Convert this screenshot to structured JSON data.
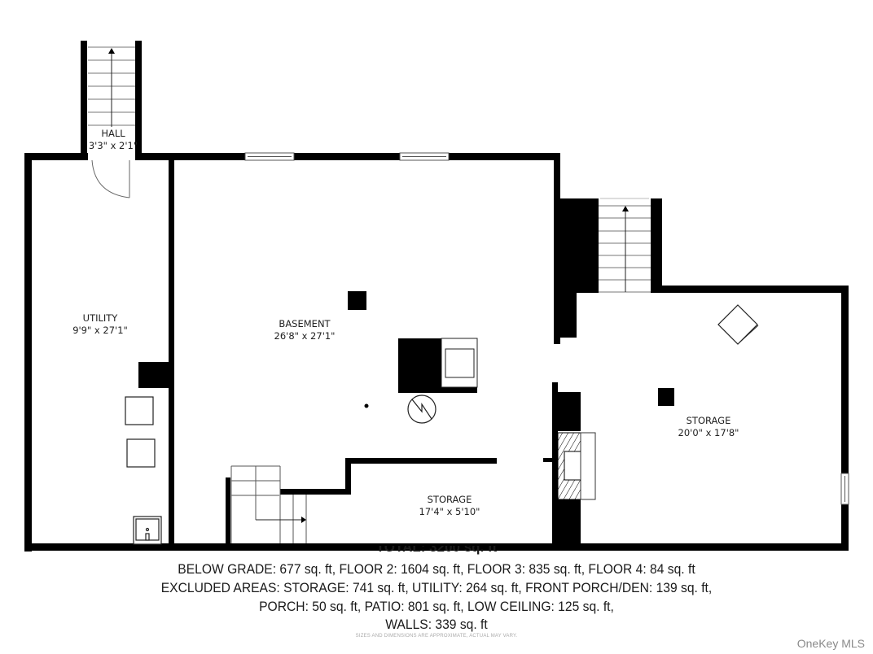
{
  "floorplan": {
    "rooms": [
      {
        "name": "HALL",
        "dimensions": "3'3\" x 2'1\""
      },
      {
        "name": "UTILITY",
        "dimensions": "9'9\" x 27'1\""
      },
      {
        "name": "BASEMENT",
        "dimensions": "26'8\" x 27'1\""
      },
      {
        "name": "STORAGE",
        "dimensions": "17'4\" x 5'10\""
      },
      {
        "name": "STORAGE",
        "dimensions": "20'0\" x 17'8\""
      }
    ],
    "colors": {
      "wall": "#000000",
      "background": "#ffffff",
      "fixture_line": "#333333"
    }
  },
  "summary": {
    "total": "TOTAL: 3200 sq. ft",
    "lines": [
      "BELOW GRADE: 677 sq. ft, FLOOR 2: 1604 sq. ft, FLOOR 3: 835 sq. ft, FLOOR 4: 84 sq. ft",
      "EXCLUDED AREAS: STORAGE: 741 sq. ft, UTILITY: 264 sq. ft, FRONT PORCH/DEN: 139 sq. ft,",
      "PORCH: 50 sq. ft, PATIO: 801 sq. ft, LOW CEILING: 125 sq. ft,",
      "WALLS: 339 sq. ft"
    ],
    "disclaimer": "SIZES AND DIMENSIONS ARE APPROXIMATE, ACTUAL MAY VARY."
  },
  "watermark": "OneKey MLS"
}
